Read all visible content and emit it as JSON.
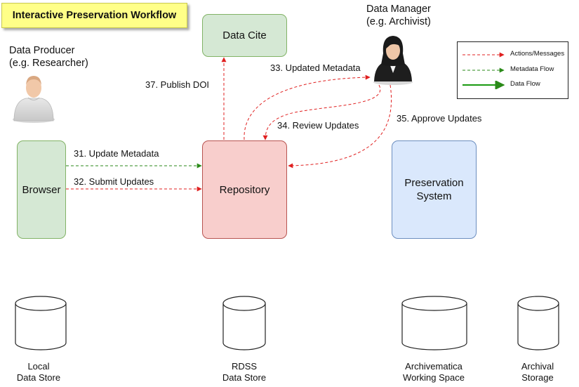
{
  "title": "Interactive Preservation Workflow",
  "actors": {
    "producer": [
      "Data Producer",
      "(e.g. Researcher)"
    ],
    "manager": [
      "Data Manager",
      "(e.g. Archivist)"
    ]
  },
  "nodes": {
    "datacite": "Data Cite",
    "browser": "Browser",
    "repository": "Repository",
    "preservation": [
      "Preservation",
      "System"
    ]
  },
  "edges": {
    "e31": "31. Update Metadata",
    "e32": "32. Submit Updates",
    "e33": "33. Updated Metadata",
    "e34": "34. Review Updates",
    "e35": "35. Approve Updates",
    "e37": "37. Publish DOI"
  },
  "stores": {
    "local": [
      "Local",
      "Data Store"
    ],
    "rdss": [
      "RDSS",
      "Data Store"
    ],
    "archivematica": [
      "Archivematica",
      "Working Space"
    ],
    "archival": [
      "Archival",
      "Storage"
    ]
  },
  "legend": [
    {
      "label": "Actions/Messages",
      "color": "#e02020",
      "style": "dashed"
    },
    {
      "label": "Metadata Flow",
      "color": "#2a8a18",
      "style": "dashed"
    },
    {
      "label": "Data Flow",
      "color": "#1a9a10",
      "style": "solid"
    }
  ],
  "colors": {
    "action": "#e02020",
    "metadata": "#2a8a18",
    "title_bg": "#ffff88"
  }
}
